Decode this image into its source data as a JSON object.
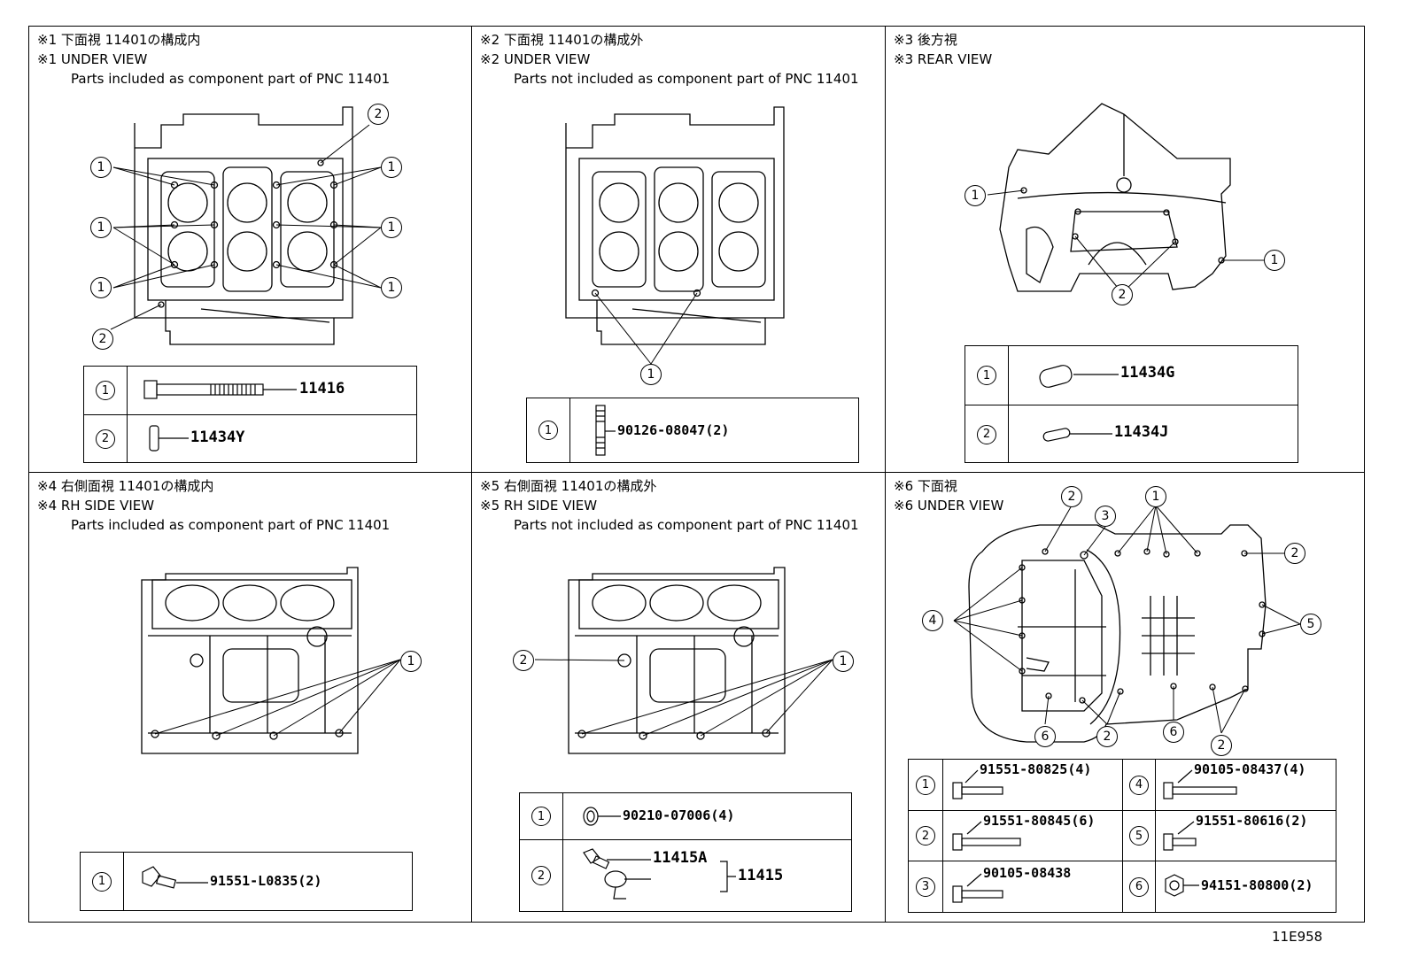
{
  "figure_code": "11E958",
  "panels": {
    "p1": {
      "line1": "※1 下面視 11401の構成内",
      "line2": "※1 UNDER VIEW",
      "line3": "Parts included as component part of PNC 11401",
      "rows": [
        {
          "num": "1",
          "part": "11416"
        },
        {
          "num": "2",
          "part": "11434Y"
        }
      ]
    },
    "p2": {
      "line1": "※2 下面視 11401の構成外",
      "line2": "※2 UNDER VIEW",
      "line3": "Parts not included as component part of PNC 11401",
      "rows": [
        {
          "num": "1",
          "part": "90126-08047(2)"
        }
      ]
    },
    "p3": {
      "line1": "※3 後方視",
      "line2": "※3 REAR VIEW",
      "rows": [
        {
          "num": "1",
          "part": "11434G"
        },
        {
          "num": "2",
          "part": "11434J"
        }
      ]
    },
    "p4": {
      "line1": "※4 右側面視 11401の構成内",
      "line2": "※4 RH SIDE VIEW",
      "line3": "Parts included as component part of PNC 11401",
      "rows": [
        {
          "num": "1",
          "part": "91551-L0835(2)"
        }
      ]
    },
    "p5": {
      "line1": "※5 右側面視 11401の構成外",
      "line2": "※5 RH SIDE VIEW",
      "line3": "Parts not included as component part of PNC 11401",
      "rows": [
        {
          "num": "1",
          "part": "90210-07006(4)"
        },
        {
          "num": "2",
          "part": "11415A",
          "assembly": "11415"
        }
      ]
    },
    "p6": {
      "line1": "※6 下面視",
      "line2": "※6 UNDER VIEW",
      "rows": [
        {
          "num": "1",
          "part": "91551-80825(4)"
        },
        {
          "num": "2",
          "part": "91551-80845(6)"
        },
        {
          "num": "3",
          "part": "90105-08438"
        },
        {
          "num": "4",
          "part": "90105-08437(4)"
        },
        {
          "num": "5",
          "part": "91551-80616(2)"
        },
        {
          "num": "6",
          "part": "94151-80800(2)"
        }
      ]
    }
  },
  "callout_labels": [
    "1",
    "2",
    "3",
    "4",
    "5",
    "6"
  ]
}
